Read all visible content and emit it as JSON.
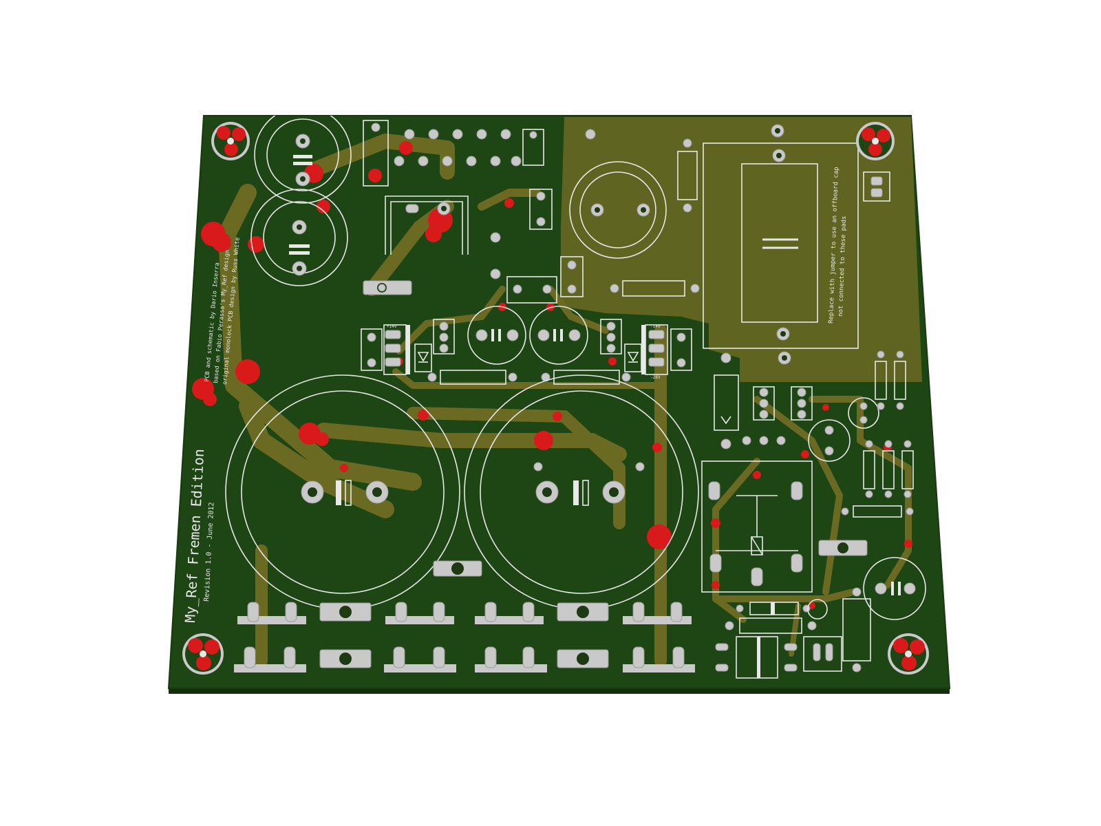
{
  "board": {
    "title": "My_Ref Fremen Edition",
    "revision": "Revision 1.0 - June 2012",
    "credits": [
      "PCB and schematic by Dario Inserra",
      "based on Fabio Perassa's My_Ref design",
      "original monolock PCB design by Russ White"
    ],
    "note": [
      "Replace with jumper to use an offboard cap",
      "not connected to these pads"
    ],
    "pin_labels": {
      "left_reg": "+14V",
      "right_reg": "-14V",
      "right_reg_bottom": "-28V"
    }
  },
  "colors": {
    "soldermask": "#1e4514",
    "copper_pour": "#6b6a22",
    "silkscreen": "#e8e8e8",
    "pad": "#c9c9c9",
    "via": "#d81a1a",
    "board_edge": "#14300c"
  },
  "icons": {
    "electrolytic": "polarized-capacitor-icon",
    "diode": "diode-icon",
    "relay": "relay-coil-icon",
    "mounting": "mounting-hole-icon"
  }
}
